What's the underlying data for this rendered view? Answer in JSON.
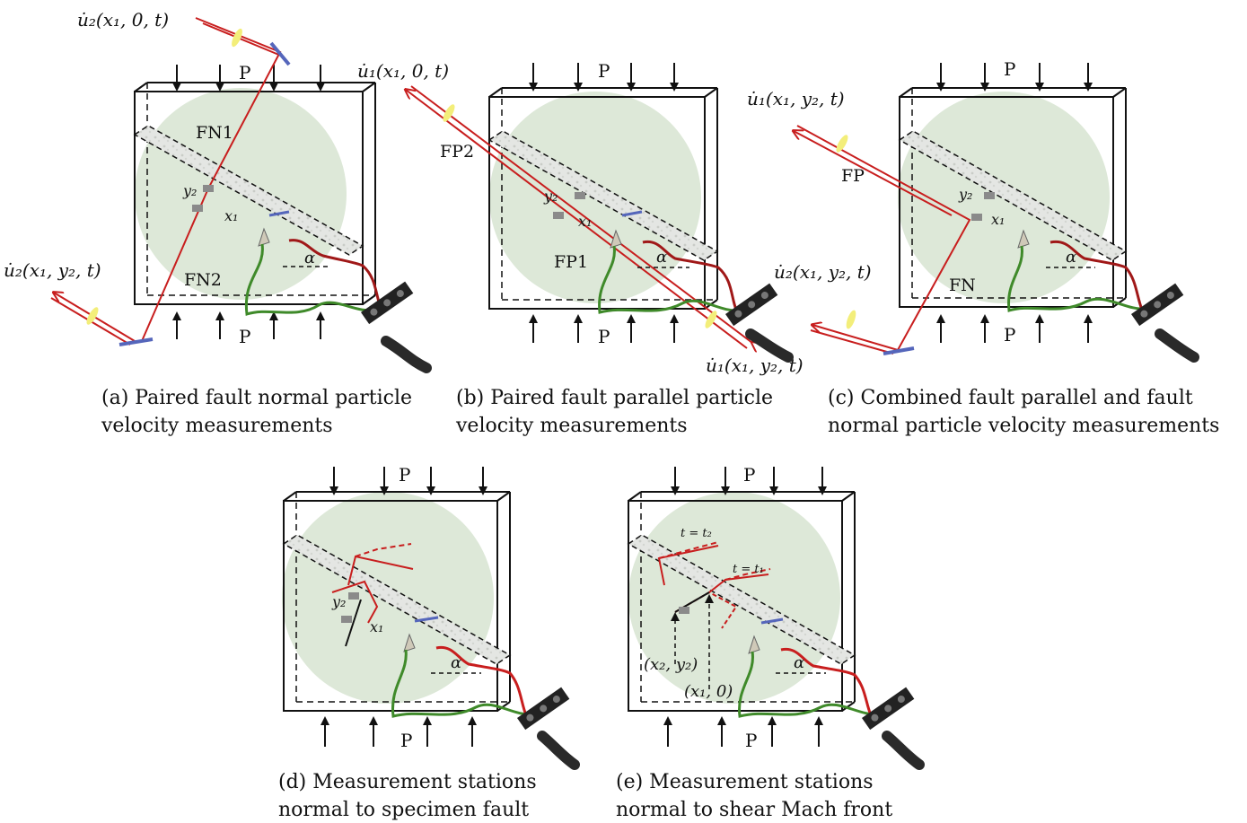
{
  "colors": {
    "laser": "#c81e1e",
    "wire_green": "#3f8a2a",
    "wire_red": "#a01818",
    "disc": "#dde8d8",
    "mirror": "#5566bb",
    "lens": "#f3ee7a",
    "gauge": "#8a8a8a"
  },
  "panels": [
    {
      "id": "a",
      "load_label": "P",
      "fault_labels": [
        "FN1",
        "FN2"
      ],
      "velocity_labels": [
        "u̇₂(x₁, 0, t)",
        "u̇₂(x₁, y₂, t)"
      ],
      "axis_labels": [
        "y₂",
        "x₁",
        "α"
      ],
      "caption": [
        "(a) Paired fault normal particle",
        "velocity measurements"
      ]
    },
    {
      "id": "b",
      "load_label": "P",
      "fault_labels": [
        "FP2",
        "FP1"
      ],
      "velocity_labels": [
        "u̇₁(x₁, 0, t)",
        "u̇₁(x₁, y₂, t)"
      ],
      "axis_labels": [
        "y₂",
        "x₁",
        "α"
      ],
      "caption": [
        "(b) Paired fault parallel particle",
        "velocity measurements"
      ]
    },
    {
      "id": "c",
      "load_label": "P",
      "fault_labels": [
        "FP",
        "FN"
      ],
      "velocity_labels": [
        "u̇₁(x₁, y₂, t)",
        "u̇₂(x₁, y₂, t)"
      ],
      "axis_labels": [
        "y₂",
        "x₁",
        "α"
      ],
      "caption": [
        "(c) Combined fault parallel and fault",
        "normal particle velocity measurements"
      ]
    },
    {
      "id": "d",
      "load_label": "P",
      "axis_labels": [
        "y₂",
        "x₁",
        "α"
      ],
      "caption": [
        "(d) Measurement stations",
        "normal to specimen fault"
      ]
    },
    {
      "id": "e",
      "load_label": "P",
      "axis_labels": [
        "α"
      ],
      "time_labels": [
        "t = t₂",
        "t = t₁"
      ],
      "point_labels": [
        "(x₂, y₂)",
        "(x₁, 0)"
      ],
      "caption": [
        "(e) Measurement stations",
        "normal to shear Mach front"
      ]
    }
  ]
}
